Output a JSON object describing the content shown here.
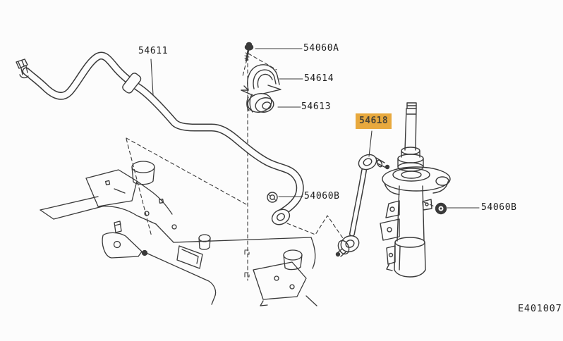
{
  "diagram": {
    "type": "exploded-parts-diagram",
    "subject": "front stabilizer bar, bushings, connecting link and strut",
    "drawing_code": "E401007",
    "colors": {
      "background": "#fcfcfc",
      "line": "#3a3a3a",
      "highlight": "#e8a93e",
      "highlight_text": "#4d4636"
    },
    "parts": [
      {
        "label": "54611",
        "name": "stabilizer-bar",
        "highlighted": false
      },
      {
        "label": "54060A",
        "name": "clamp-bolt",
        "highlighted": false
      },
      {
        "label": "54614",
        "name": "stabilizer-clamp",
        "highlighted": false
      },
      {
        "label": "54613",
        "name": "stabilizer-bushing",
        "highlighted": false
      },
      {
        "label": "54618",
        "name": "connecting-rod-link",
        "highlighted": true
      },
      {
        "label": "54060B",
        "name": "link-nut-lower",
        "highlighted": false
      },
      {
        "label": "54060B",
        "name": "link-nut-upper",
        "highlighted": false
      }
    ]
  }
}
